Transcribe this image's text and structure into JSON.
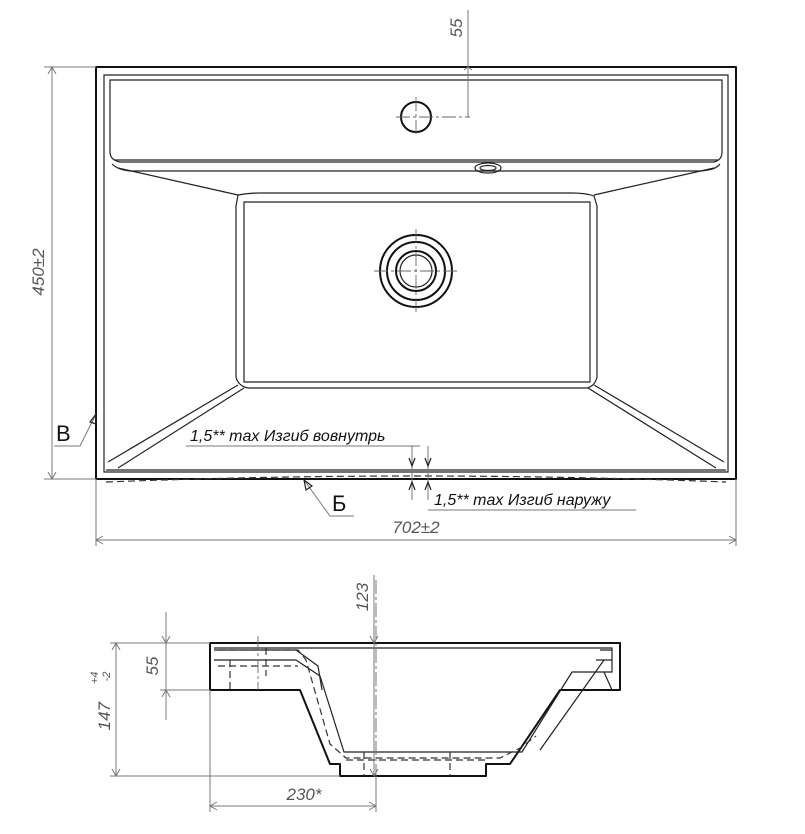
{
  "top_view": {
    "dim_width": "702±2",
    "dim_depth": "450±2",
    "dim_hole_offset": "55",
    "note_inward": "1,5** max Изгиб вовнутрь",
    "note_outward": "1,5** max Изгиб наружу",
    "label_b": "Б",
    "label_v": "В"
  },
  "side_view": {
    "dim_height": "147",
    "dim_height_tol_upper": "+4",
    "dim_height_tol_lower": "-2",
    "dim_rim": "55",
    "dim_drain_offset": "123",
    "dim_bowl_depth": "230*"
  }
}
